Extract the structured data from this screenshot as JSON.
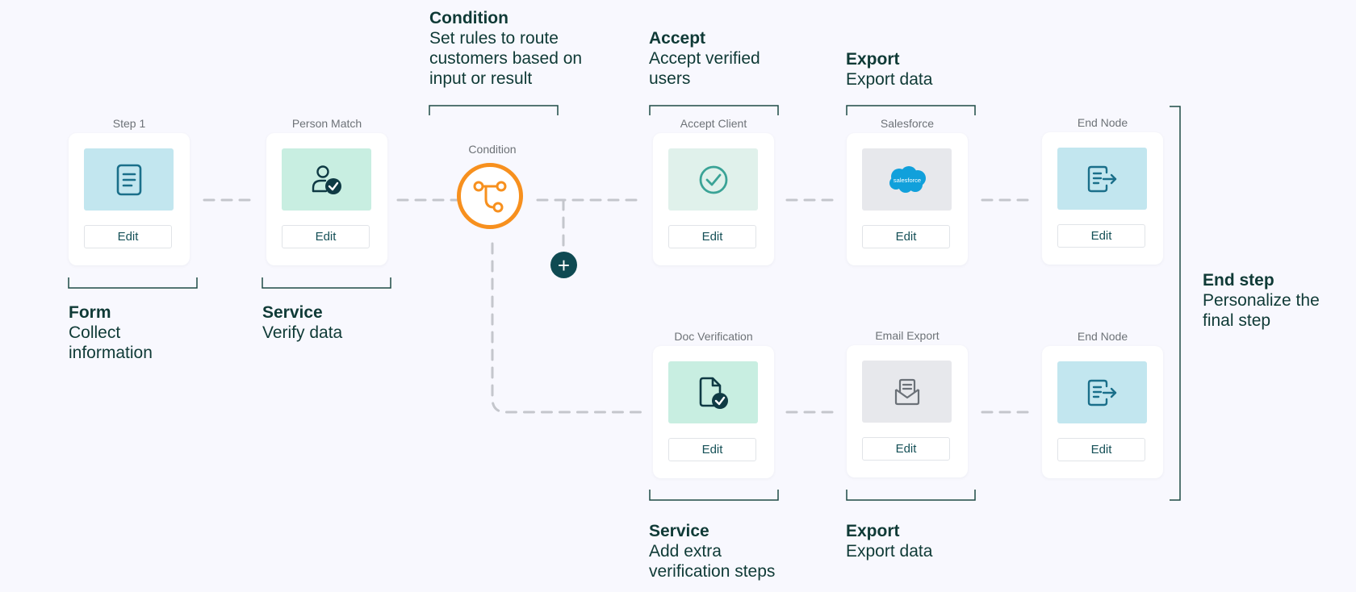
{
  "colors": {
    "background": "#f8f8fe",
    "form_icon_bg": "#c2e6ef",
    "service_icon_bg": "#c8eee1",
    "accept_icon_bg": "#e0f1eb",
    "export_icon_bg": "#e7e8ec",
    "end_icon_bg": "#c2e6ef",
    "condition_accent": "#f7901e",
    "connector": "#c4c6cc",
    "bracket": "#1d4a45",
    "add_button": "#0f4a52"
  },
  "nodes": {
    "step1": {
      "title": "Step 1",
      "edit_label": "Edit",
      "icon": "document-icon"
    },
    "person_match": {
      "title": "Person Match",
      "edit_label": "Edit",
      "icon": "user-check-icon"
    },
    "condition": {
      "title": "Condition",
      "icon": "branch-icon"
    },
    "accept_client": {
      "title": "Accept Client",
      "edit_label": "Edit",
      "icon": "check-circle-icon"
    },
    "salesforce": {
      "title": "Salesforce",
      "edit_label": "Edit",
      "icon": "salesforce-logo",
      "logo_text": "salesforce"
    },
    "end_node_top": {
      "title": "End Node",
      "edit_label": "Edit",
      "icon": "exit-document-icon"
    },
    "doc_verification": {
      "title": "Doc Verification",
      "edit_label": "Edit",
      "icon": "file-check-icon"
    },
    "email_export": {
      "title": "Email Export",
      "edit_label": "Edit",
      "icon": "envelope-icon"
    },
    "end_node_bottom": {
      "title": "End Node",
      "edit_label": "Edit",
      "icon": "exit-document-icon"
    }
  },
  "add_step": {
    "icon": "plus-icon",
    "symbol": "+"
  },
  "labels": {
    "form": {
      "title": "Form",
      "lines": [
        "Collect",
        "information"
      ]
    },
    "service_top": {
      "title": "Service",
      "lines": [
        "Verify data"
      ]
    },
    "condition": {
      "title": "Condition",
      "lines": [
        "Set rules to route",
        "customers based on",
        "input or result"
      ]
    },
    "accept": {
      "title": "Accept",
      "lines": [
        "Accept verified",
        "users"
      ]
    },
    "export_top": {
      "title": "Export",
      "lines": [
        "Export data"
      ]
    },
    "end_step": {
      "title": "End step",
      "lines": [
        "Personalize the",
        "final step"
      ]
    },
    "service_bottom": {
      "title": "Service",
      "lines": [
        "Add extra",
        "verification steps"
      ]
    },
    "export_bottom": {
      "title": "Export",
      "lines": [
        "Export data"
      ]
    }
  }
}
